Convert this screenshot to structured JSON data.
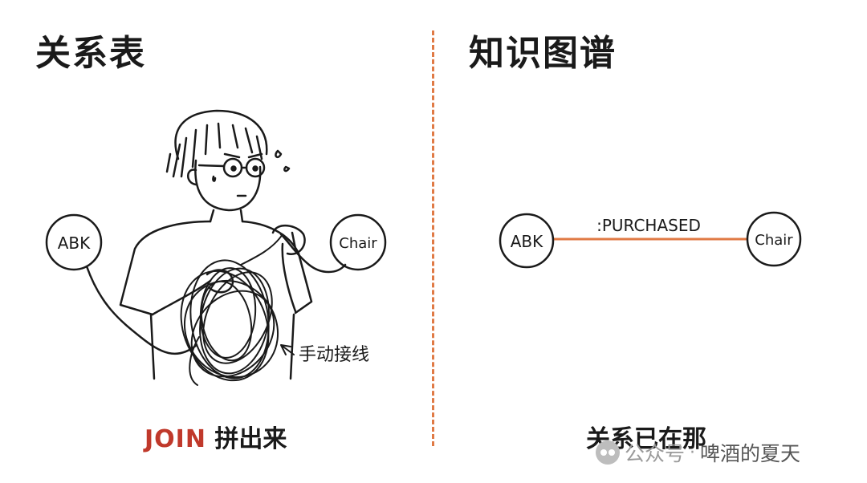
{
  "left_panel": {
    "title": "关系表",
    "node_a": "ABK",
    "node_b": "Chair",
    "annotation": "手动接线",
    "caption_keyword": "JOIN",
    "caption_rest": " 拼出来"
  },
  "right_panel": {
    "title": "知识图谱",
    "node_a": "ABK",
    "node_b": "Chair",
    "edge_label": ":PURCHASED",
    "caption": "关系已在那"
  },
  "watermark": {
    "prefix": "公众号",
    "separator": "·",
    "name": "啤酒的夏天"
  },
  "colors": {
    "accent": "#e07a45",
    "join_red": "#c0392b",
    "ink": "#1a1a1a"
  }
}
